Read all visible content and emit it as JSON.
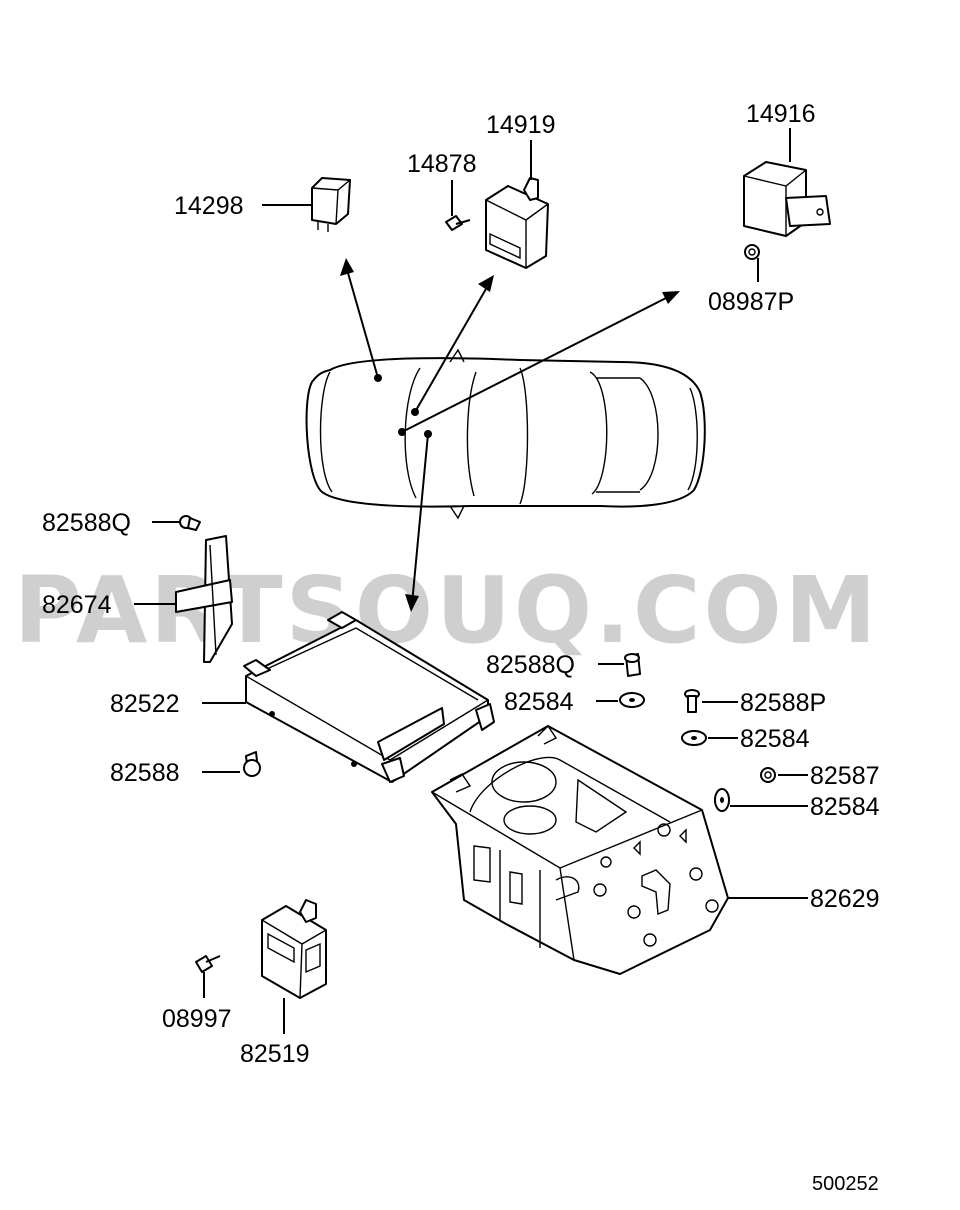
{
  "watermark": "PARTSOUQ.COM",
  "diagram_code": "500252",
  "parts": {
    "p14298": "14298",
    "p14878": "14878",
    "p14919": "14919",
    "p14916": "14916",
    "p08987P": "08987P",
    "p82588Q_a": "82588Q",
    "p82674": "82674",
    "p82522": "82522",
    "p82588": "82588",
    "p82588Q_b": "82588Q",
    "p82584_a": "82584",
    "p82588P": "82588P",
    "p82584_b": "82584",
    "p82587": "82587",
    "p82584_c": "82584",
    "p82629": "82629",
    "p08997": "08997",
    "p82519": "82519"
  }
}
